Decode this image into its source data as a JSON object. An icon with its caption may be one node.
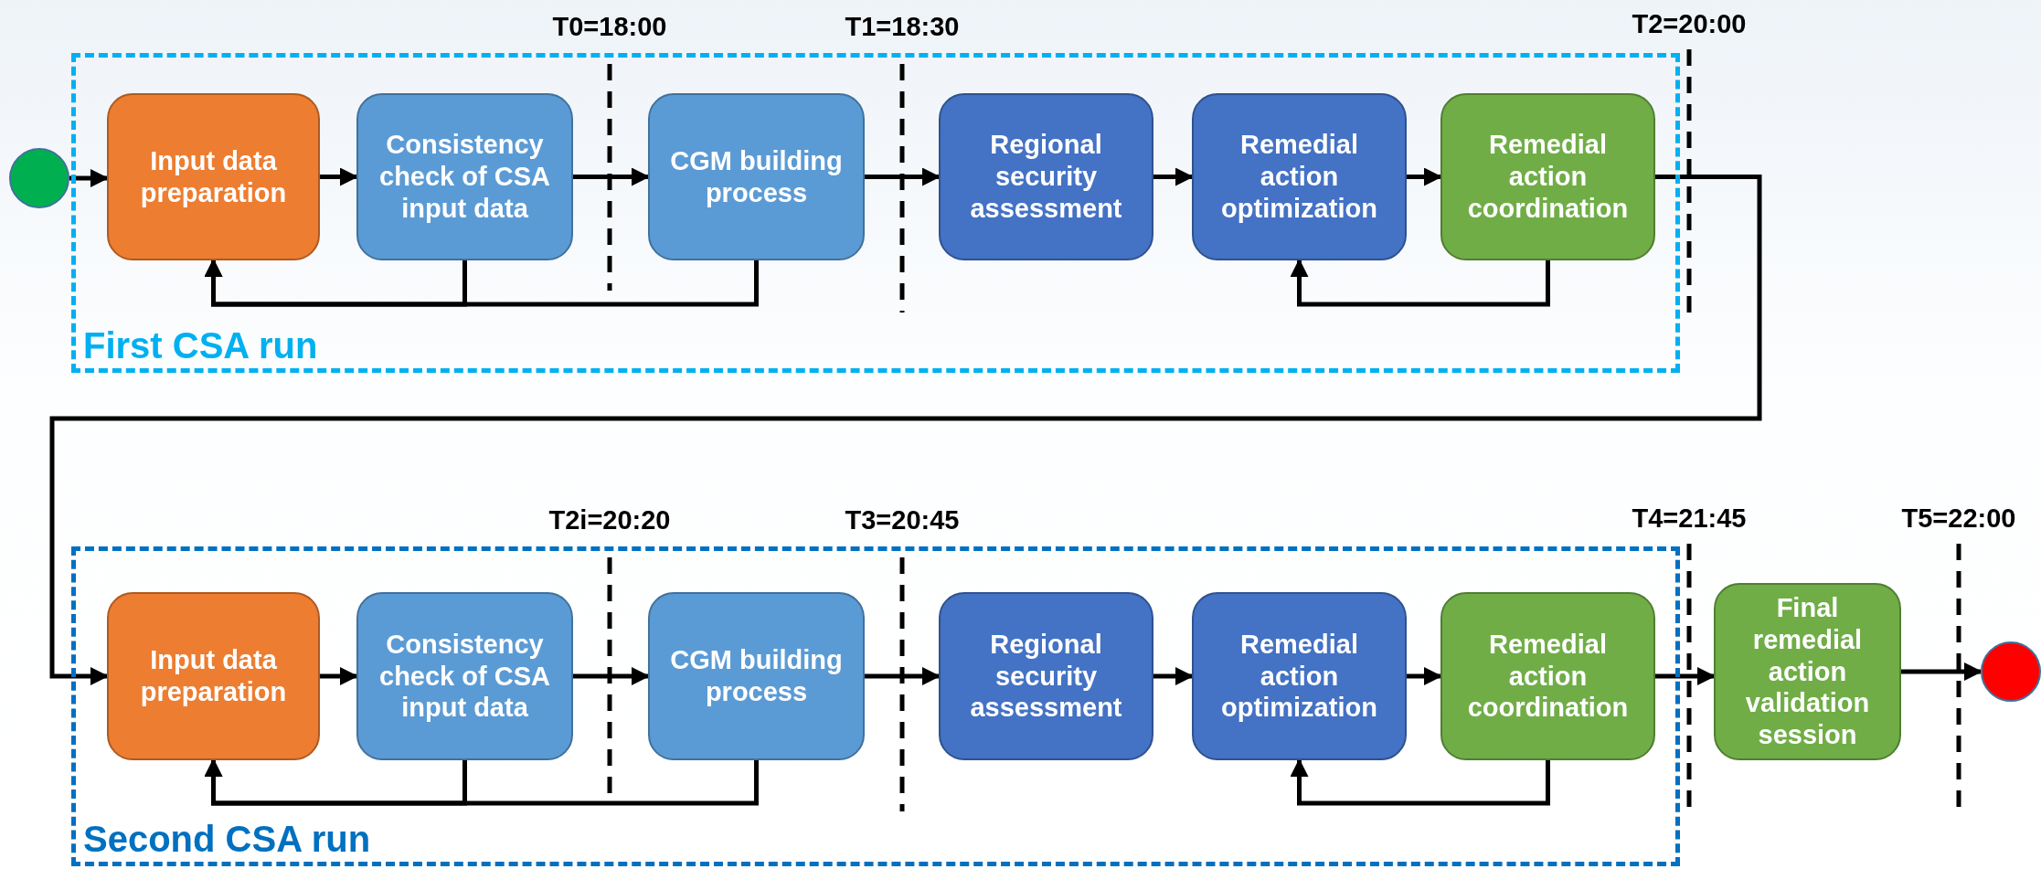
{
  "diagram": {
    "nodes": [
      {
        "text": [],
        "shape": "circle"
      },
      {
        "text": [
          "First CSA run"
        ]
      },
      {
        "text": [
          "Input data preparation"
        ],
        "in": 1
      },
      {
        "text": [
          "Consistency check of CSA input data"
        ],
        "in": 1
      },
      {
        "text": [
          "CGM building process"
        ],
        "in": 1
      },
      {
        "text": [
          "Regional security assessment"
        ],
        "in": 1
      },
      {
        "text": [
          "Remedial action optimization"
        ],
        "in": 1
      },
      {
        "text": [
          "Remedial action coordination"
        ],
        "in": 1
      },
      {
        "text": [
          "Second CSA run"
        ]
      },
      {
        "text": [
          "Input data preparation"
        ],
        "in": 8
      },
      {
        "text": [
          "Consistency check of CSA input data"
        ],
        "in": 8
      },
      {
        "text": [
          "CGM building process"
        ],
        "in": 8
      },
      {
        "text": [
          "Regional security assessment"
        ],
        "in": 8
      },
      {
        "text": [
          "Remedial action optimization"
        ],
        "in": 8
      },
      {
        "text": [
          "Remedial action coordination"
        ],
        "in": 8
      },
      {
        "text": [
          "Final remedial action validation session"
        ]
      },
      {
        "text": [],
        "shape": "circle"
      }
    ],
    "edges": [
      {
        "from": 0,
        "to": 2,
        "arrow": "to"
      },
      {
        "from": 2,
        "to": 3,
        "arrow": "to"
      },
      {
        "from": 3,
        "to": 4,
        "arrow": "to"
      },
      {
        "from": 4,
        "to": 5,
        "arrow": "to"
      },
      {
        "from": 5,
        "to": 6,
        "arrow": "to"
      },
      {
        "from": 6,
        "to": 7,
        "arrow": "to"
      },
      {
        "from": 3,
        "to": 2,
        "arrow": "to"
      },
      {
        "from": 4,
        "to": 2,
        "arrow": "to"
      },
      {
        "from": 7,
        "to": 6,
        "arrow": "to"
      },
      {
        "from": 7,
        "to": 9,
        "arrow": "to"
      },
      {
        "from": 9,
        "to": 10,
        "arrow": "to"
      },
      {
        "from": 10,
        "to": 11,
        "arrow": "to"
      },
      {
        "from": 11,
        "to": 12,
        "arrow": "to"
      },
      {
        "from": 12,
        "to": 13,
        "arrow": "to"
      },
      {
        "from": 13,
        "to": 14,
        "arrow": "to"
      },
      {
        "from": 10,
        "to": 9,
        "arrow": "to"
      },
      {
        "from": 11,
        "to": 9,
        "arrow": "to"
      },
      {
        "from": 14,
        "to": 13,
        "arrow": "to"
      },
      {
        "from": 14,
        "to": 15,
        "arrow": "to"
      },
      {
        "from": 15,
        "to": 16,
        "arrow": "to"
      }
    ],
    "labels": [
      "T0=18:00",
      "T1=18:30",
      "T2=20:00",
      "T2i=20:20",
      "T3=20:45",
      "T4=21:45",
      "T5=22:00"
    ]
  }
}
